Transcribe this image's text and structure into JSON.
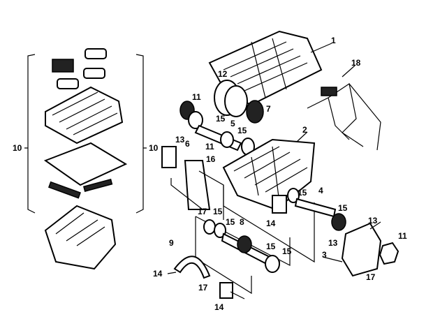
{
  "diagram": {
    "type": "exploded-parts-diagram",
    "labels": [
      {
        "id": "1",
        "text": "1"
      },
      {
        "id": "18",
        "text": "18"
      },
      {
        "id": "12",
        "text": "12"
      },
      {
        "id": "11a",
        "text": "11"
      },
      {
        "id": "7",
        "text": "7"
      },
      {
        "id": "15a",
        "text": "15"
      },
      {
        "id": "5",
        "text": "5"
      },
      {
        "id": "15b",
        "text": "15"
      },
      {
        "id": "2",
        "text": "2"
      },
      {
        "id": "10a",
        "text": "10"
      },
      {
        "id": "10b",
        "text": "10"
      },
      {
        "id": "13a",
        "text": "13"
      },
      {
        "id": "6",
        "text": "6"
      },
      {
        "id": "11b",
        "text": "11"
      },
      {
        "id": "16",
        "text": "16"
      },
      {
        "id": "15c",
        "text": "15"
      },
      {
        "id": "4",
        "text": "4"
      },
      {
        "id": "17a",
        "text": "17"
      },
      {
        "id": "15d",
        "text": "15"
      },
      {
        "id": "14a",
        "text": "14"
      },
      {
        "id": "15e",
        "text": "15"
      },
      {
        "id": "15f",
        "text": "15"
      },
      {
        "id": "8",
        "text": "8"
      },
      {
        "id": "13b",
        "text": "13"
      },
      {
        "id": "13c",
        "text": "13"
      },
      {
        "id": "11c",
        "text": "11"
      },
      {
        "id": "9",
        "text": "9"
      },
      {
        "id": "15g",
        "text": "15"
      },
      {
        "id": "15h",
        "text": "15"
      },
      {
        "id": "3",
        "text": "3"
      },
      {
        "id": "14b",
        "text": "14"
      },
      {
        "id": "17b",
        "text": "17"
      },
      {
        "id": "17c",
        "text": "17"
      },
      {
        "id": "14c",
        "text": "14"
      }
    ]
  }
}
